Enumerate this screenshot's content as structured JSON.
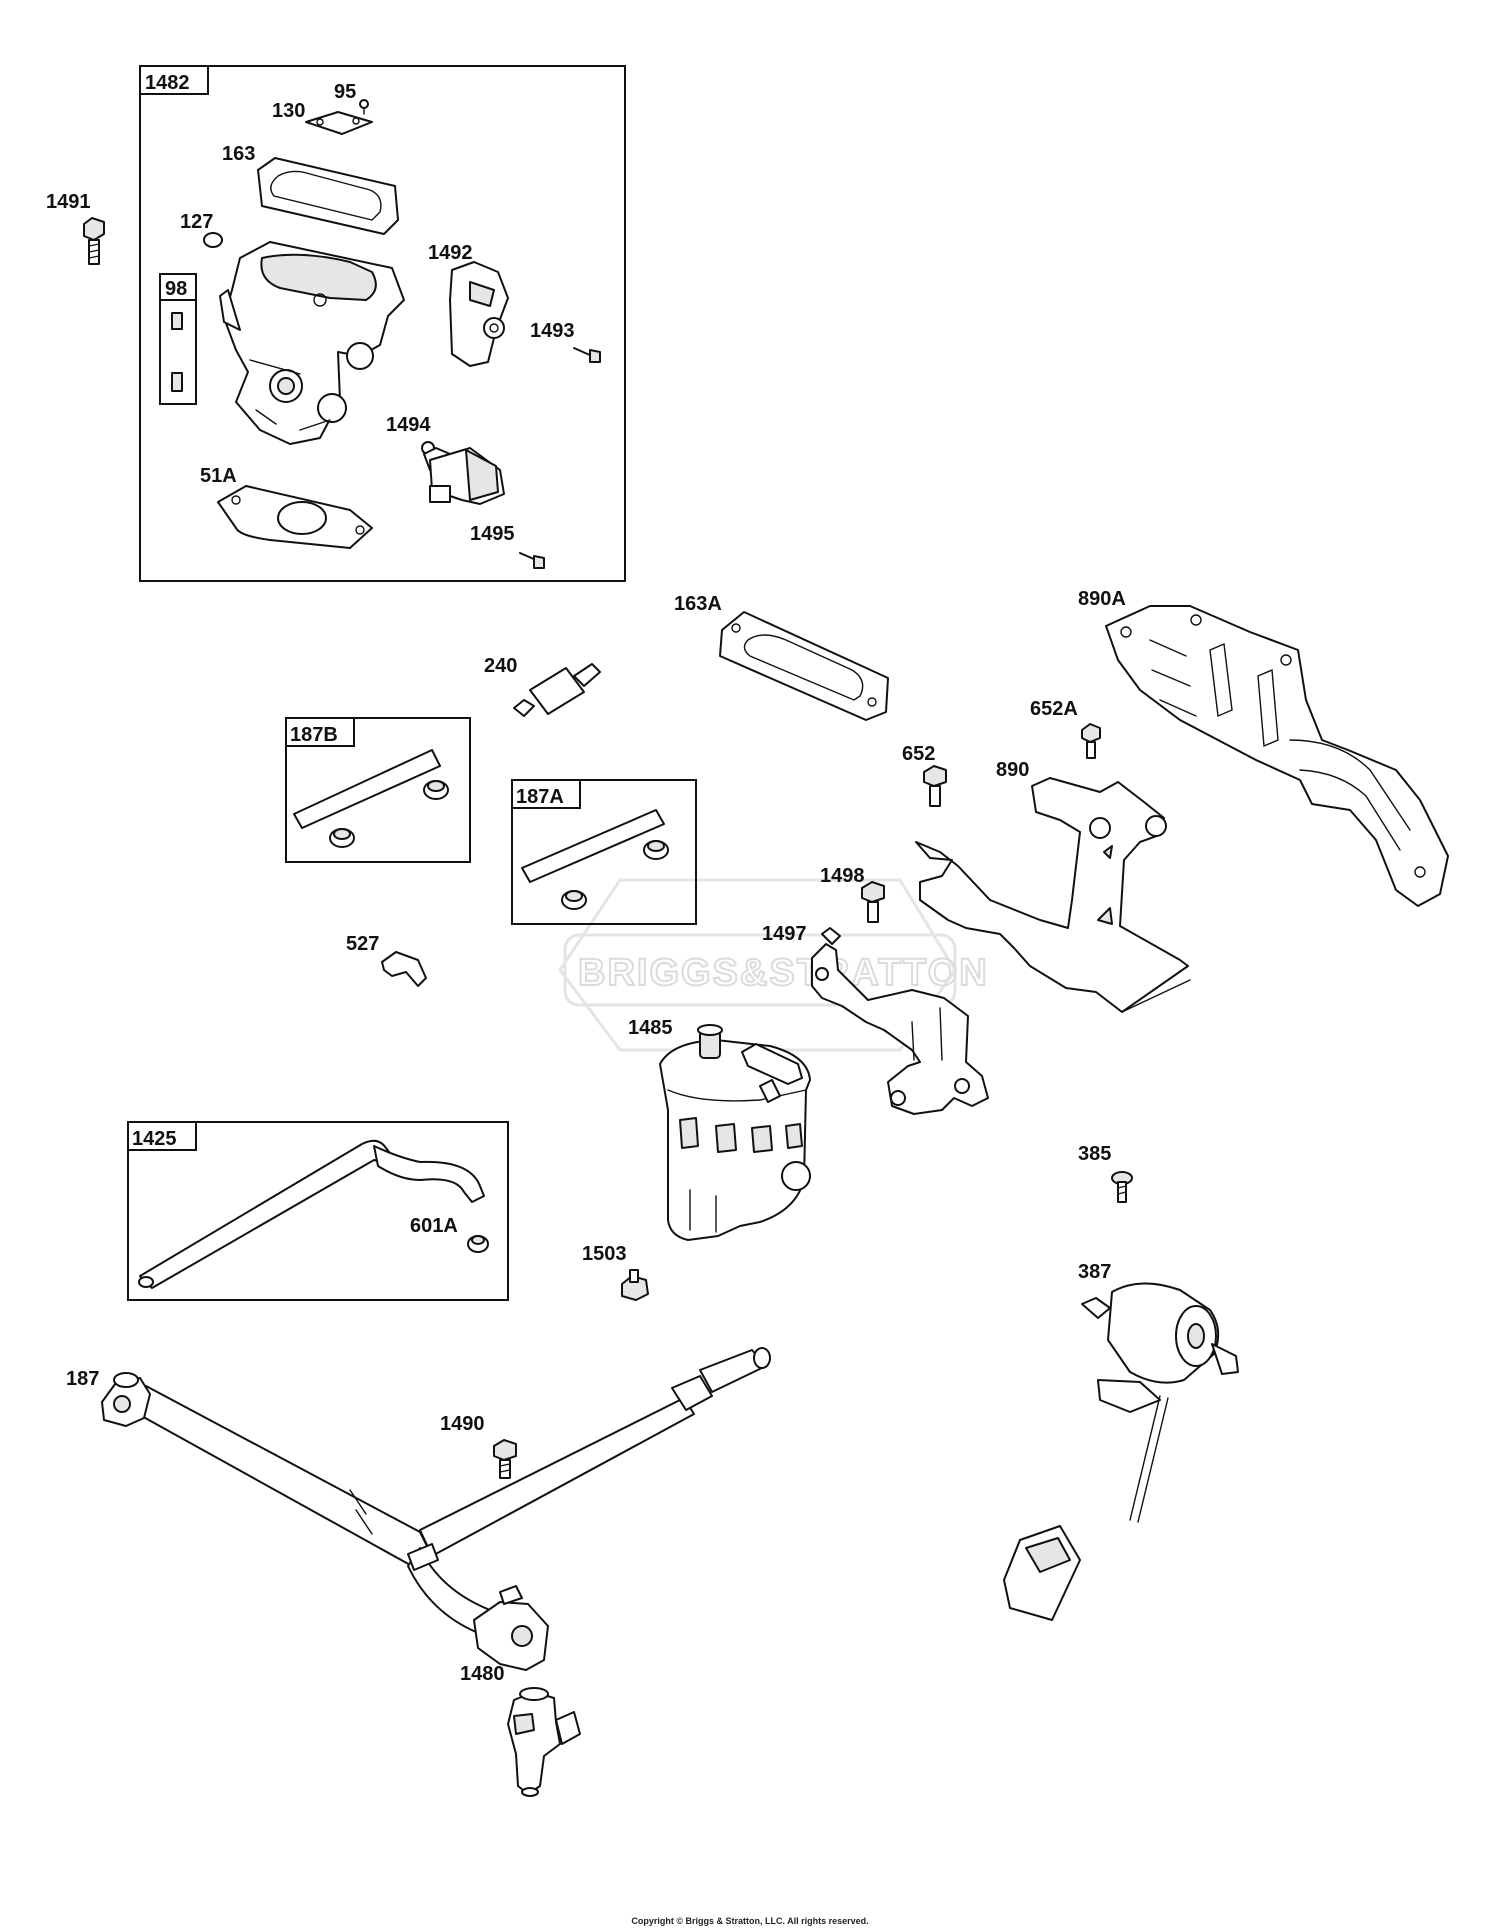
{
  "copyright": "Copyright © Briggs & Stratton, LLC. All rights reserved.",
  "watermark": "BRIGGS&STRATTON",
  "kits": {
    "k1482": "1482",
    "k98": "98",
    "k187B": "187B",
    "k187A": "187A",
    "k1425": "1425"
  },
  "labels": {
    "p95": "95",
    "p130": "130",
    "p163": "163",
    "p127": "127",
    "p1491": "1491",
    "p1492": "1492",
    "p1493": "1493",
    "p1494": "1494",
    "p51A": "51A",
    "p1495": "1495",
    "p163A": "163A",
    "p890A": "890A",
    "p240": "240",
    "p652A": "652A",
    "p652": "652",
    "p890": "890",
    "p1498": "1498",
    "p1497": "1497",
    "p527": "527",
    "p1485": "1485",
    "p385": "385",
    "p601A": "601A",
    "p1503": "1503",
    "p387": "387",
    "p187": "187",
    "p1490": "1490",
    "p1480": "1480"
  },
  "icons": {
    "bolt": "hex-bolt-icon",
    "clamp": "hose-clamp-icon",
    "gasket": "gasket-icon"
  }
}
